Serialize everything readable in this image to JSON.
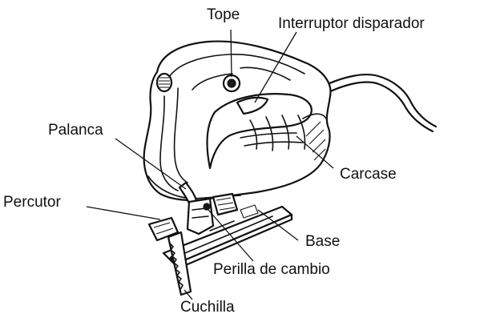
{
  "labels": {
    "tope": "Tope",
    "interruptor": "Interruptor disparador",
    "palanca": "Palanca",
    "carcase": "Carcase",
    "percutor": "Percutor",
    "base": "Base",
    "perilla": "Perilla de cambio",
    "cuchilla": "Cuchilla"
  }
}
